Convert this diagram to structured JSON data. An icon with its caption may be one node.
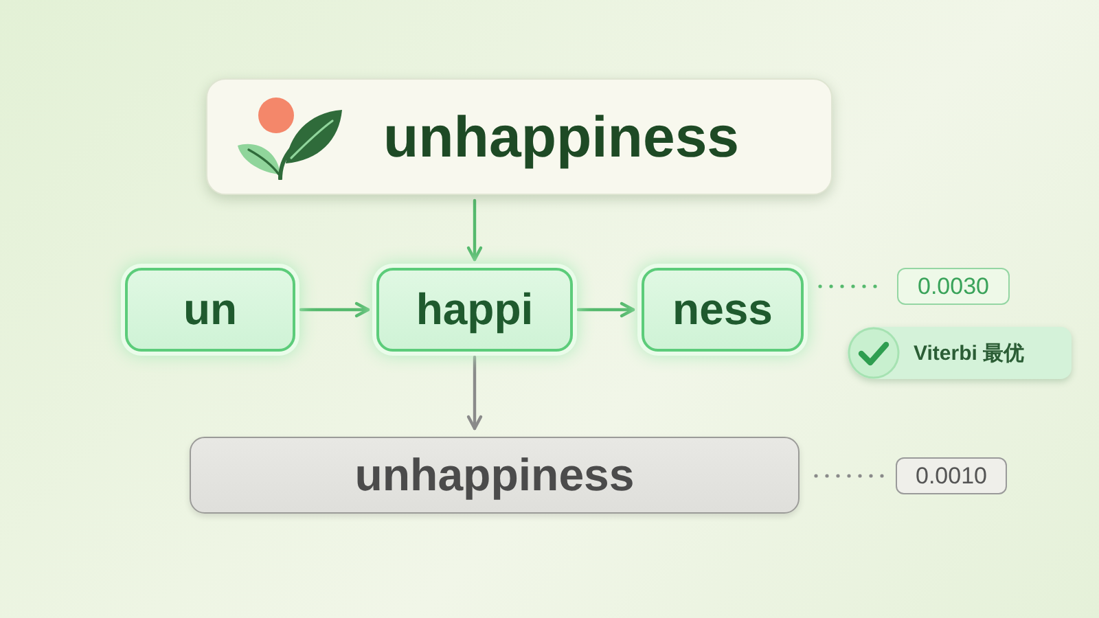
{
  "diagram": {
    "nodes": [
      {
        "text": [
          "unhappiness"
        ]
      },
      {
        "text": [
          "un"
        ]
      },
      {
        "text": [
          "happi"
        ]
      },
      {
        "text": [
          "ness"
        ]
      },
      {
        "text": [
          "unhappiness"
        ]
      },
      {
        "text": [
          "0.0030"
        ]
      },
      {
        "text": [
          "Viterbi 最优"
        ]
      },
      {
        "text": [
          "0.0010"
        ]
      }
    ],
    "edges": [
      {
        "from": 0,
        "to": 2,
        "arrow": "to"
      },
      {
        "from": 1,
        "to": 2,
        "arrow": "to"
      },
      {
        "from": 2,
        "to": 3,
        "arrow": "to"
      },
      {
        "from": 3,
        "to": 5,
        "arrow": "none",
        "style": "dashed"
      },
      {
        "from": 2,
        "to": 4,
        "arrow": "to",
        "color": "#8a8a8a"
      },
      {
        "from": 4,
        "to": 7,
        "arrow": "none",
        "style": "dashed",
        "color": "#8a8a8a"
      }
    ]
  }
}
